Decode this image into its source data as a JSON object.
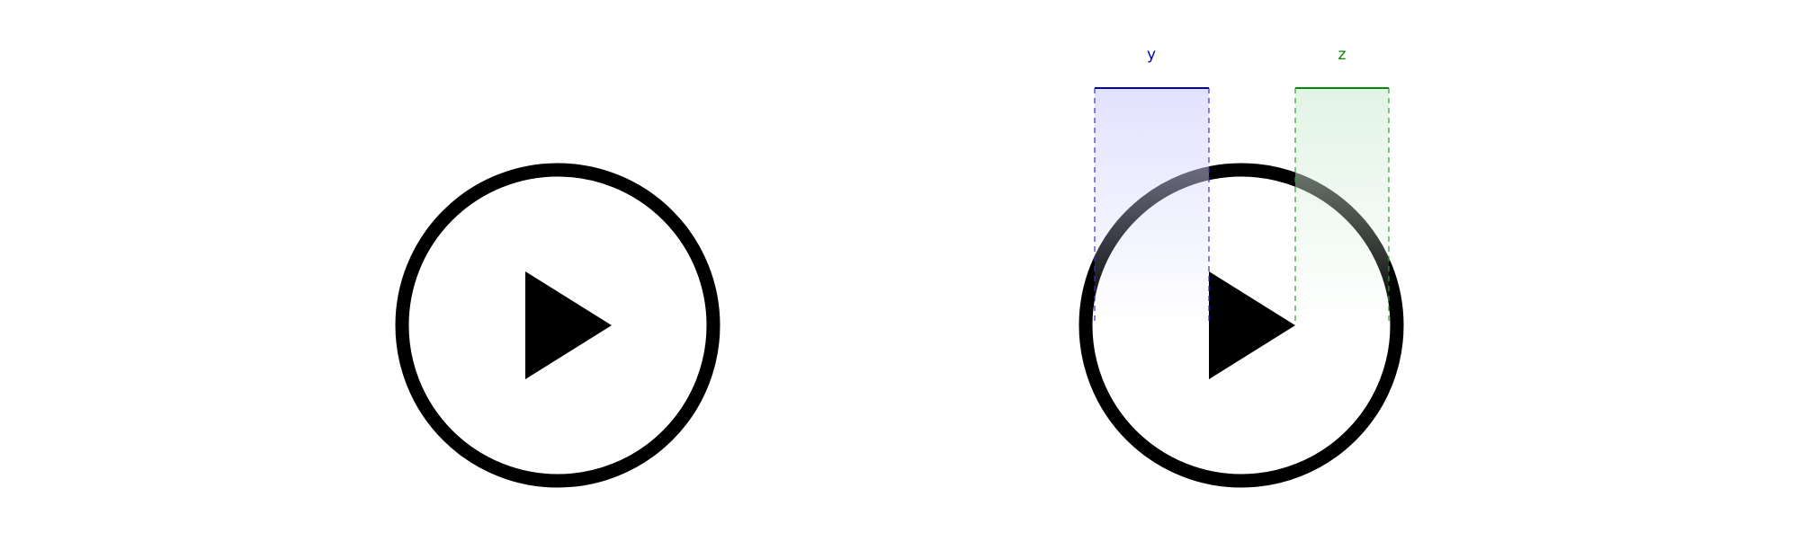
{
  "diagram": {
    "left_icon": {
      "name": "play-button",
      "stroke": "#000000",
      "fill": "#ffffff",
      "glyph_fill": "#000000"
    },
    "right_icon": {
      "name": "play-button-annotated",
      "stroke": "#000000",
      "fill": "#ffffff",
      "glyph_fill": "#000000"
    },
    "dimensions": [
      {
        "key": "y",
        "label": "y",
        "color": "#0000aa",
        "dash_color": "#3333cc",
        "fill_color": "#d8d8ff"
      },
      {
        "key": "z",
        "label": "z",
        "color": "#008800",
        "dash_color": "#339933",
        "fill_color": "#d8f0dc"
      }
    ]
  }
}
